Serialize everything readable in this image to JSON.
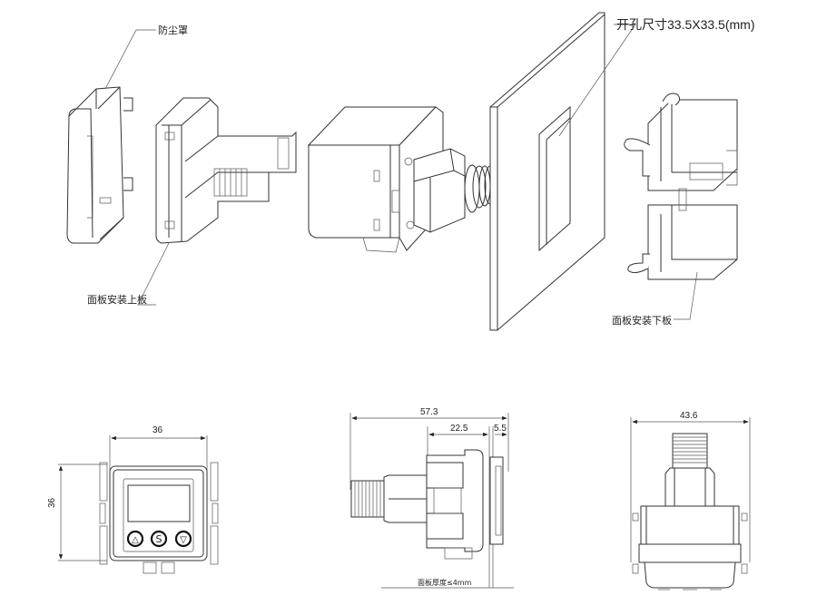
{
  "exploded_view": {
    "labels": {
      "dust_cover": "防尘罩",
      "cutout_size": "开孔尺寸33.5X33.5(mm)",
      "upper_mount_plate": "面板安装上板",
      "lower_mount_plate": "面板安装下板"
    }
  },
  "front_view": {
    "width_dim": "36",
    "height_dim": "36",
    "buttons": [
      {
        "name": "up",
        "glyph": "△"
      },
      {
        "name": "set",
        "glyph": "S"
      },
      {
        "name": "down",
        "glyph": "▽"
      }
    ]
  },
  "side_view": {
    "overall_dim": "57.3",
    "body_dim": "22.5",
    "front_dim": "5.5",
    "panel_thickness_note": "面板厚度≤4mm"
  },
  "top_view": {
    "width_dim": "43.6"
  }
}
